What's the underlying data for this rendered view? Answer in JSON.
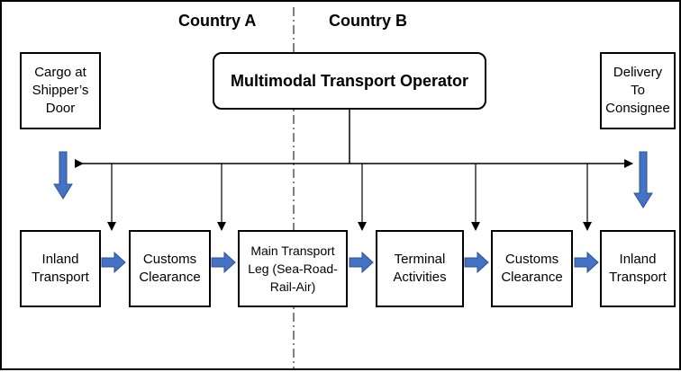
{
  "countries": {
    "a": "Country A",
    "b": "Country B"
  },
  "operator": "Multimodal Transport Operator",
  "start": "Cargo at\nShipper’s\nDoor",
  "end": "Delivery\nTo\nConsignee",
  "steps": [
    "Inland\nTransport",
    "Customs\nClearance",
    "Main Transport\nLeg (Sea-Road-\nRail-Air)",
    "Terminal\nActivities",
    "Customs\nClearance",
    "Inland\nTransport"
  ],
  "colors": {
    "flow_arrow": "#4472c4",
    "line": "#000000"
  }
}
